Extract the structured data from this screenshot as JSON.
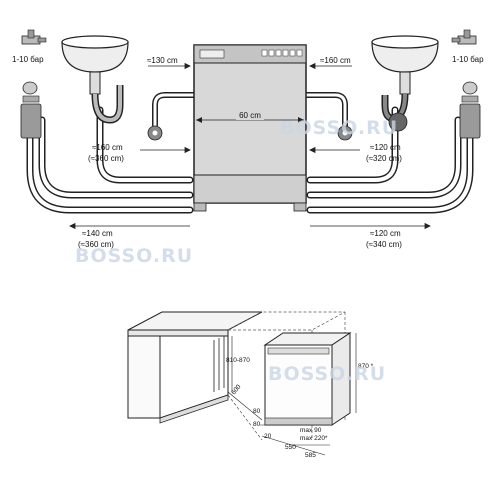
{
  "install": {
    "pressure_left": "1-10 бар",
    "pressure_right": "1-10 бар",
    "drain_hose_left_a": "≈130 cm",
    "drain_hose_right_a": "≈160 cm",
    "width_label": "60 cm",
    "left_drain_1": "≈160 cm",
    "left_drain_2": "(≈360 cm)",
    "right_drain_1": "≈120 cm",
    "right_drain_2": "(≈320 cm)",
    "left_bottom_1": "≈140 cm",
    "left_bottom_2": "(≈360 cm)",
    "right_bottom_1": "≈120 cm",
    "right_bottom_2": "(≈340 cm)"
  },
  "niche": {
    "height_range": "810-870",
    "depth": "600",
    "inner_height": "870 *",
    "d1": "80",
    "d2": "80",
    "d3": "max 90",
    "d4": "max 220*",
    "d5": "20",
    "d6": "550",
    "d7": "585"
  },
  "watermark": "BOSSO.RU",
  "colors": {
    "line": "#222222",
    "pipe_fill": "#ffffff",
    "appliance": "#d8d8d8",
    "watermark": "#c9d7e6"
  }
}
